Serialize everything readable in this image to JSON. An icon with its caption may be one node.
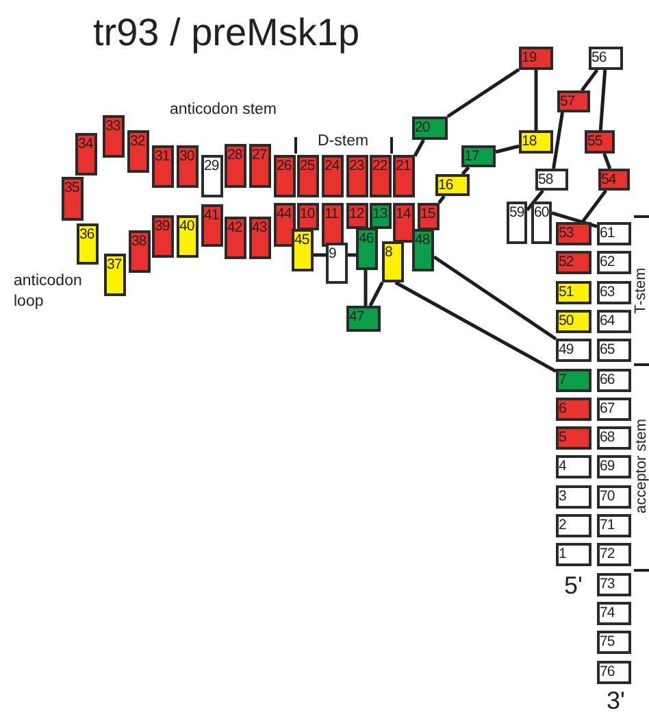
{
  "diagram": {
    "title": "tr93 / preMsk1p",
    "nodes": [
      {
        "text": [
          "1"
        ]
      },
      {
        "text": [
          "2"
        ]
      },
      {
        "text": [
          "3"
        ]
      },
      {
        "text": [
          "4"
        ]
      },
      {
        "text": [
          "5"
        ]
      },
      {
        "text": [
          "6"
        ]
      },
      {
        "text": [
          "7"
        ]
      },
      {
        "text": [
          "8"
        ]
      },
      {
        "text": [
          "9"
        ]
      },
      {
        "text": [
          "10"
        ]
      },
      {
        "text": [
          "11"
        ]
      },
      {
        "text": [
          "12"
        ]
      },
      {
        "text": [
          "13"
        ]
      },
      {
        "text": [
          "14"
        ]
      },
      {
        "text": [
          "15"
        ]
      },
      {
        "text": [
          "16"
        ]
      },
      {
        "text": [
          "17"
        ]
      },
      {
        "text": [
          "18"
        ]
      },
      {
        "text": [
          "19"
        ]
      },
      {
        "text": [
          "20"
        ]
      },
      {
        "text": [
          "21"
        ]
      },
      {
        "text": [
          "22"
        ]
      },
      {
        "text": [
          "23"
        ]
      },
      {
        "text": [
          "24"
        ]
      },
      {
        "text": [
          "25"
        ]
      },
      {
        "text": [
          "26"
        ]
      },
      {
        "text": [
          "27"
        ]
      },
      {
        "text": [
          "28"
        ]
      },
      {
        "text": [
          "29"
        ]
      },
      {
        "text": [
          "30"
        ]
      },
      {
        "text": [
          "31"
        ]
      },
      {
        "text": [
          "32"
        ]
      },
      {
        "text": [
          "33"
        ]
      },
      {
        "text": [
          "34"
        ]
      },
      {
        "text": [
          "35"
        ]
      },
      {
        "text": [
          "36"
        ]
      },
      {
        "text": [
          "37"
        ]
      },
      {
        "text": [
          "38"
        ]
      },
      {
        "text": [
          "39"
        ]
      },
      {
        "text": [
          "40"
        ]
      },
      {
        "text": [
          "41"
        ]
      },
      {
        "text": [
          "42"
        ]
      },
      {
        "text": [
          "43"
        ]
      },
      {
        "text": [
          "44"
        ]
      },
      {
        "text": [
          "45"
        ]
      },
      {
        "text": [
          "46"
        ]
      },
      {
        "text": [
          "47"
        ]
      },
      {
        "text": [
          "48"
        ]
      },
      {
        "text": [
          "49"
        ]
      },
      {
        "text": [
          "50"
        ]
      },
      {
        "text": [
          "51"
        ]
      },
      {
        "text": [
          "52"
        ]
      },
      {
        "text": [
          "53"
        ]
      },
      {
        "text": [
          "54"
        ]
      },
      {
        "text": [
          "55"
        ]
      },
      {
        "text": [
          "56"
        ]
      },
      {
        "text": [
          "57"
        ]
      },
      {
        "text": [
          "58"
        ]
      },
      {
        "text": [
          "59"
        ]
      },
      {
        "text": [
          "60"
        ]
      },
      {
        "text": [
          "61"
        ]
      },
      {
        "text": [
          "62"
        ]
      },
      {
        "text": [
          "63"
        ]
      },
      {
        "text": [
          "64"
        ]
      },
      {
        "text": [
          "65"
        ]
      },
      {
        "text": [
          "66"
        ]
      },
      {
        "text": [
          "67"
        ]
      },
      {
        "text": [
          "68"
        ]
      },
      {
        "text": [
          "69"
        ]
      },
      {
        "text": [
          "70"
        ]
      },
      {
        "text": [
          "71"
        ]
      },
      {
        "text": [
          "72"
        ]
      },
      {
        "text": [
          "73"
        ]
      },
      {
        "text": [
          "74"
        ]
      },
      {
        "text": [
          "75"
        ]
      },
      {
        "text": [
          "76"
        ]
      }
    ],
    "edges": [
      {
        "from": 20,
        "to": 19,
        "arrow": "none"
      },
      {
        "from": 19,
        "to": 18,
        "arrow": "none"
      },
      {
        "from": 18,
        "to": 17,
        "arrow": "none"
      },
      {
        "from": 17,
        "to": 16,
        "arrow": "none"
      },
      {
        "from": 16,
        "to": 15,
        "arrow": "none"
      },
      {
        "from": 15,
        "to": 14,
        "arrow": "none"
      },
      {
        "from": 44,
        "to": 8,
        "arrow": "none"
      },
      {
        "from": 8,
        "to": 45,
        "arrow": "none"
      },
      {
        "from": 45,
        "to": 46,
        "arrow": "none"
      },
      {
        "from": 7,
        "to": 46,
        "arrow": "none"
      },
      {
        "from": 47,
        "to": 48,
        "arrow": "none"
      },
      {
        "from": 7,
        "to": 6,
        "arrow": "none"
      },
      {
        "from": 55,
        "to": 56,
        "arrow": "none"
      },
      {
        "from": 56,
        "to": 57,
        "arrow": "none"
      },
      {
        "from": 55,
        "to": 54,
        "arrow": "none"
      },
      {
        "from": 54,
        "to": 53,
        "arrow": "none"
      },
      {
        "from": 53,
        "to": 52,
        "arrow": "none"
      },
      {
        "from": 57,
        "to": 58,
        "arrow": "none"
      },
      {
        "from": 59,
        "to": 60,
        "arrow": "none"
      }
    ],
    "labels": [
      "anticodon stem",
      "D-stem",
      "anticodon loop",
      "T-stem",
      "acceptor stem",
      "5'",
      "3'"
    ]
  }
}
